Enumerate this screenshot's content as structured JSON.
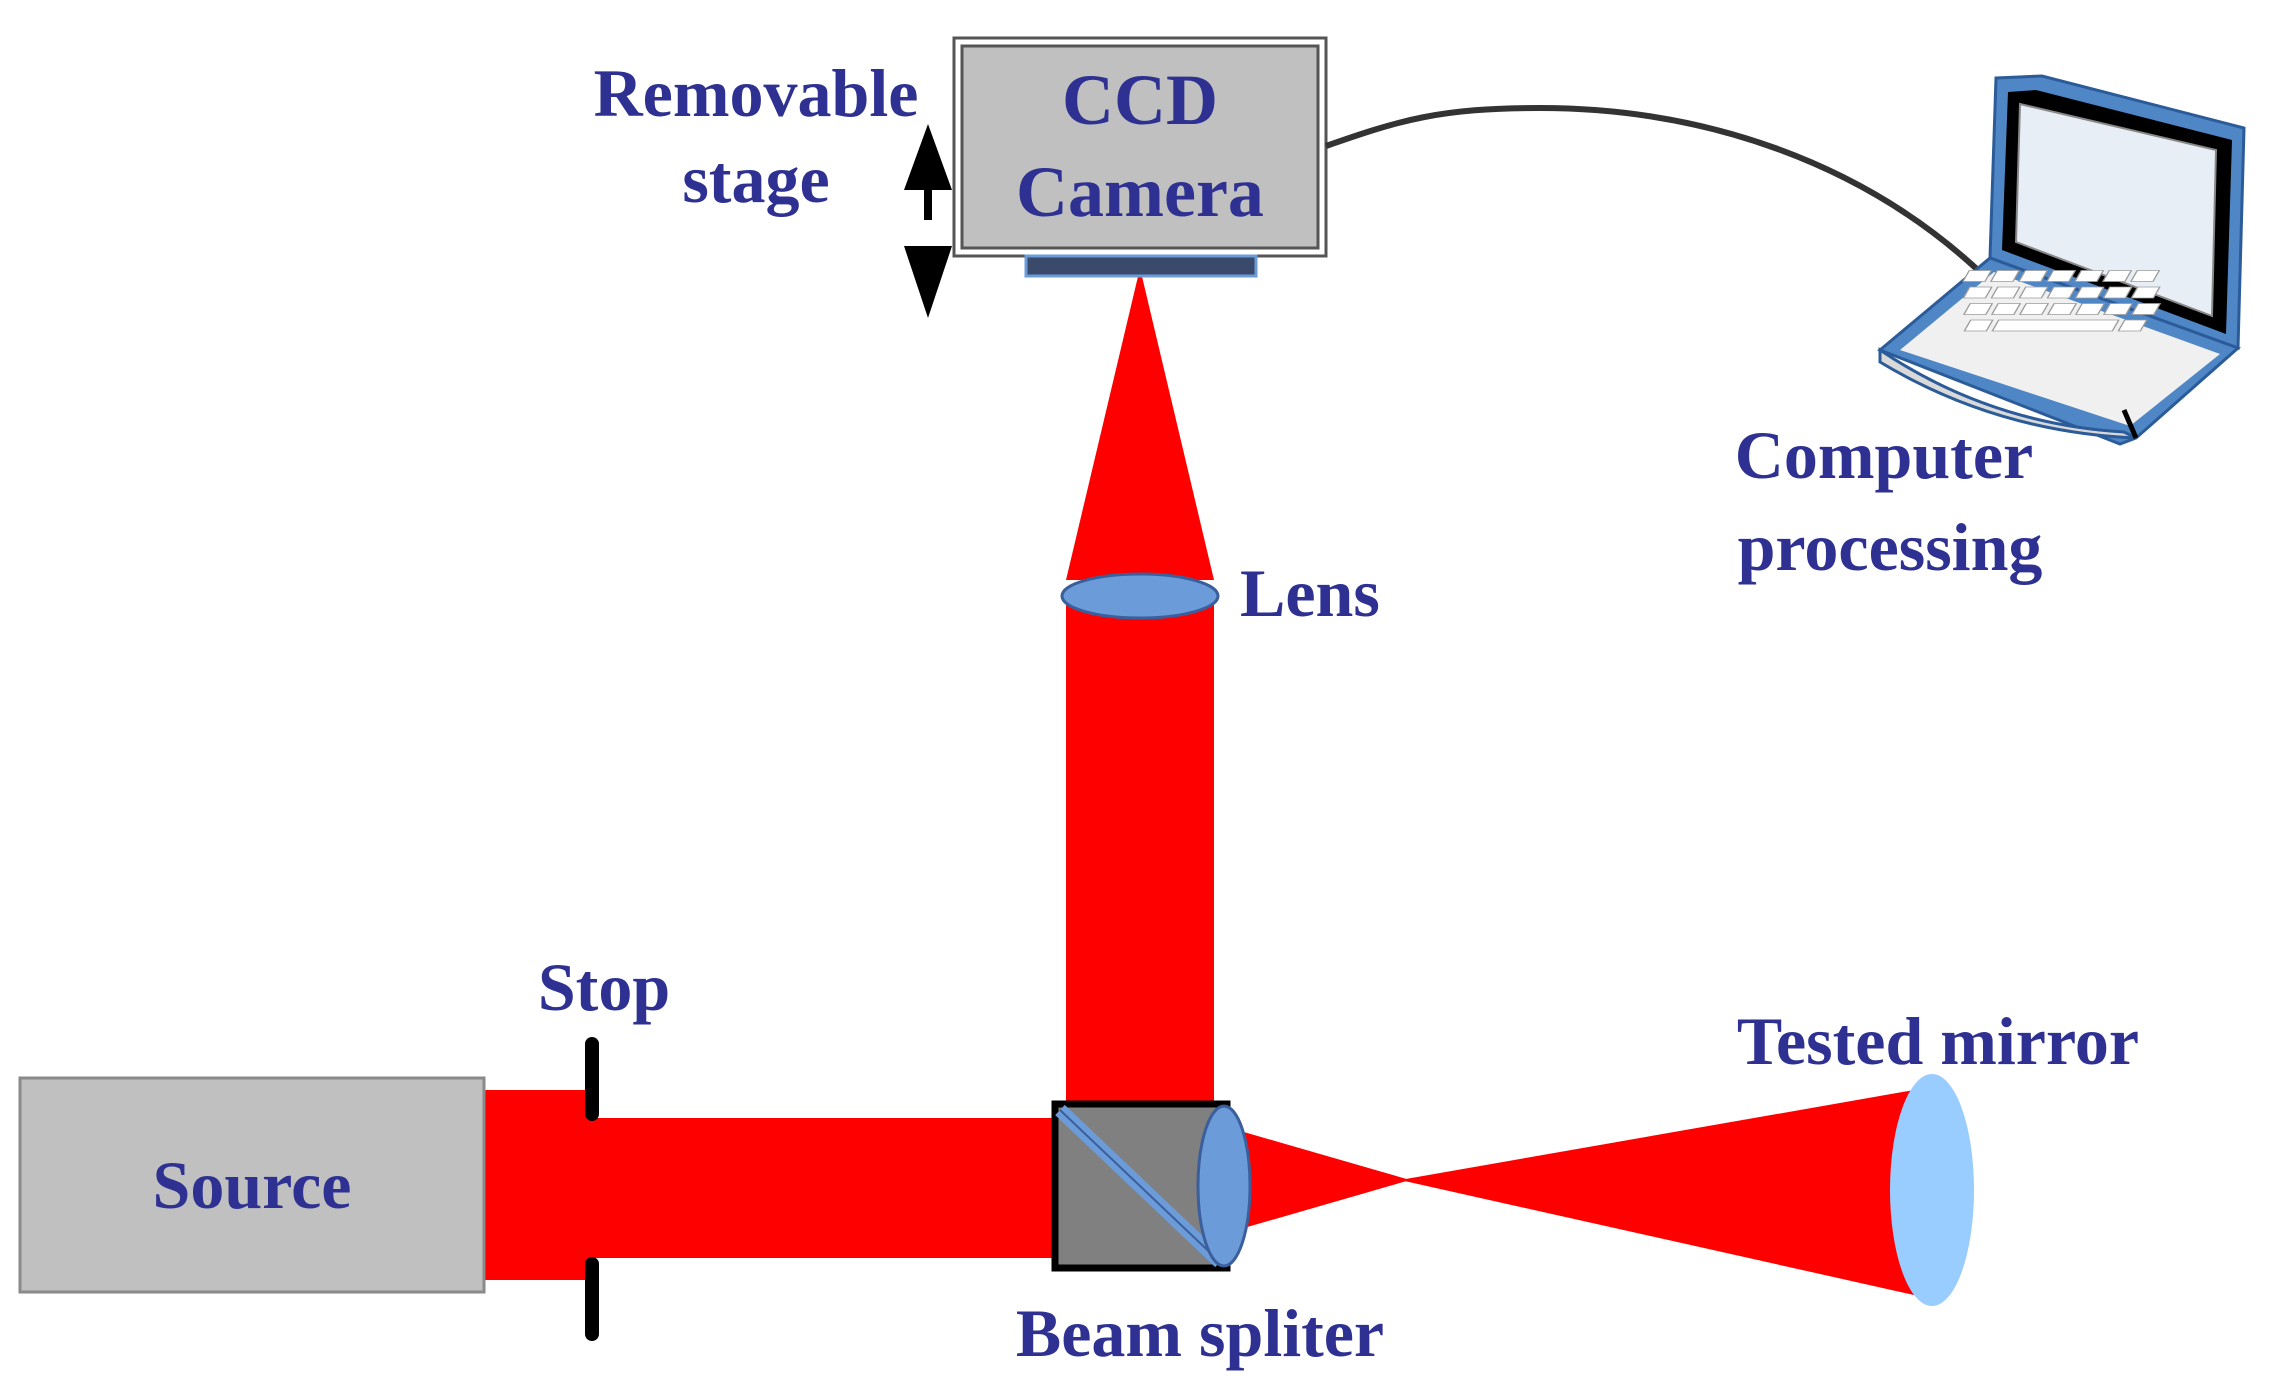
{
  "labels": {
    "ccd_camera_line1": "CCD",
    "ccd_camera_line2": "Camera",
    "removable_stage_line1": "Removable",
    "removable_stage_line2": "stage",
    "computer_line1": "Computer",
    "computer_line2": "processing",
    "lens": "Lens",
    "stop": "Stop",
    "source": "Source",
    "tested_mirror": "Tested mirror",
    "beam_splitter": "Beam spliter"
  },
  "colors": {
    "beam": "#ff0000",
    "label": "#2e3192",
    "box_gray": "#c0c0c0",
    "optic_blue": "#6b9bd8",
    "mirror_blue": "#99ccff",
    "laptop_frame": "#4f86c6",
    "cube_gray": "#808080"
  }
}
